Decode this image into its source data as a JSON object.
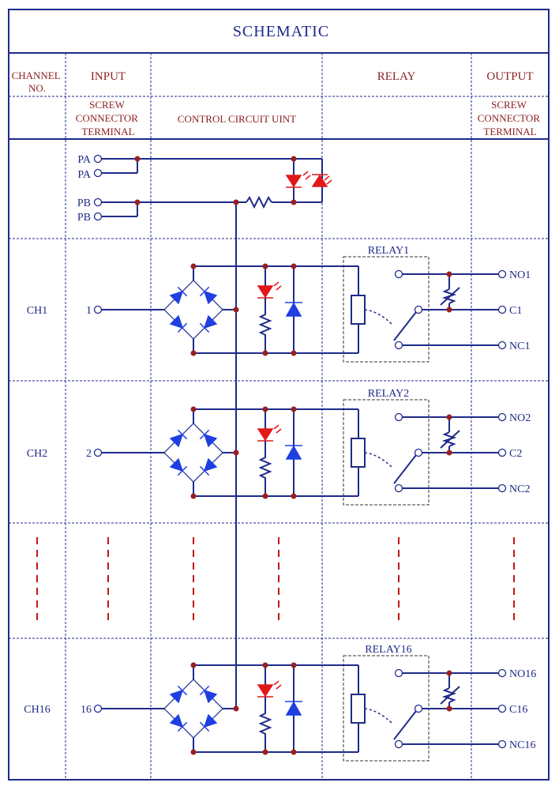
{
  "header": {
    "title": "SCHEMATIC",
    "col_channel": [
      "CHANNEL",
      "NO."
    ],
    "col_input": "INPUT",
    "col_relay": "RELAY",
    "col_output": "OUTPUT",
    "input_sub": [
      "SCREW",
      "CONNECTOR",
      "TERMINAL"
    ],
    "control_sub": "CONTROL CIRCUIT UINT",
    "output_sub": [
      "SCREW",
      "CONNECTOR",
      "TERMINAL"
    ]
  },
  "power": {
    "terminals": [
      "PA",
      "PA",
      "PB",
      "PB"
    ]
  },
  "channels": [
    {
      "channel": "CH1",
      "input": "1",
      "relay": "RELAY1",
      "outputs": [
        "NO1",
        "C1",
        "NC1"
      ]
    },
    {
      "channel": "CH2",
      "input": "2",
      "relay": "RELAY2",
      "outputs": [
        "NO2",
        "C2",
        "NC2"
      ]
    },
    {
      "channel": "CH16",
      "input": "16",
      "relay": "RELAY16",
      "outputs": [
        "NO16",
        "C16",
        "NC16"
      ]
    }
  ],
  "colors": {
    "wire": "#1f2a8a",
    "header_text": "#8b1e1e",
    "diode": "#1f3fe0",
    "led": "#e01818",
    "separator": "#c01818"
  }
}
